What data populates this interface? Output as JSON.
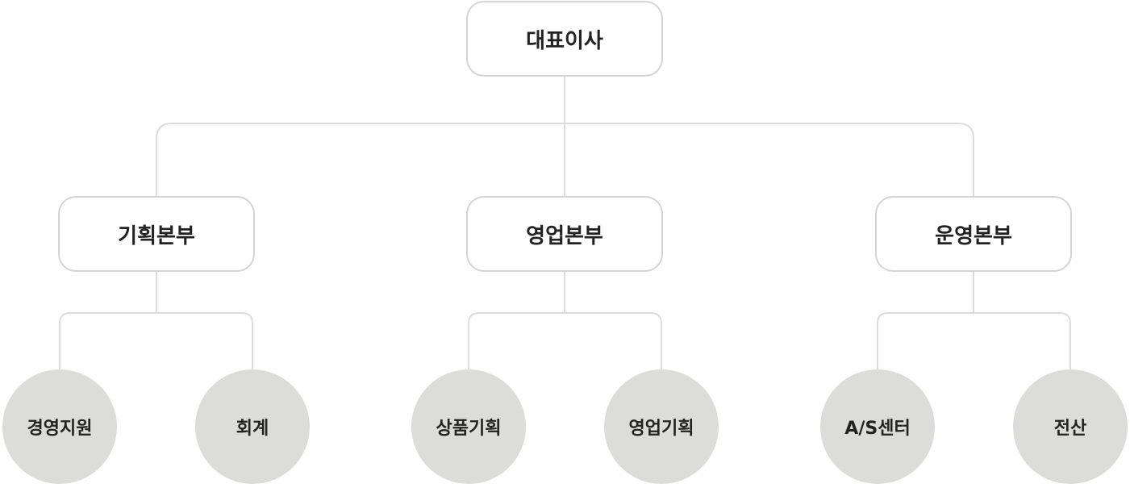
{
  "org_chart": {
    "root": {
      "label": "대표이사"
    },
    "divisions": [
      {
        "label": "기획본부",
        "teams": [
          {
            "label": "경영지원"
          },
          {
            "label": "회계"
          }
        ]
      },
      {
        "label": "영업본부",
        "teams": [
          {
            "label": "상품기획"
          },
          {
            "label": "영업기획"
          }
        ]
      },
      {
        "label": "운영본부",
        "teams": [
          {
            "label": "A/S센터"
          },
          {
            "label": "전산"
          }
        ]
      }
    ]
  },
  "colors": {
    "line": "#dcdcdc",
    "box_border": "#d4d4d4",
    "circle_fill": "#dcdcdb",
    "text": "#222222"
  }
}
